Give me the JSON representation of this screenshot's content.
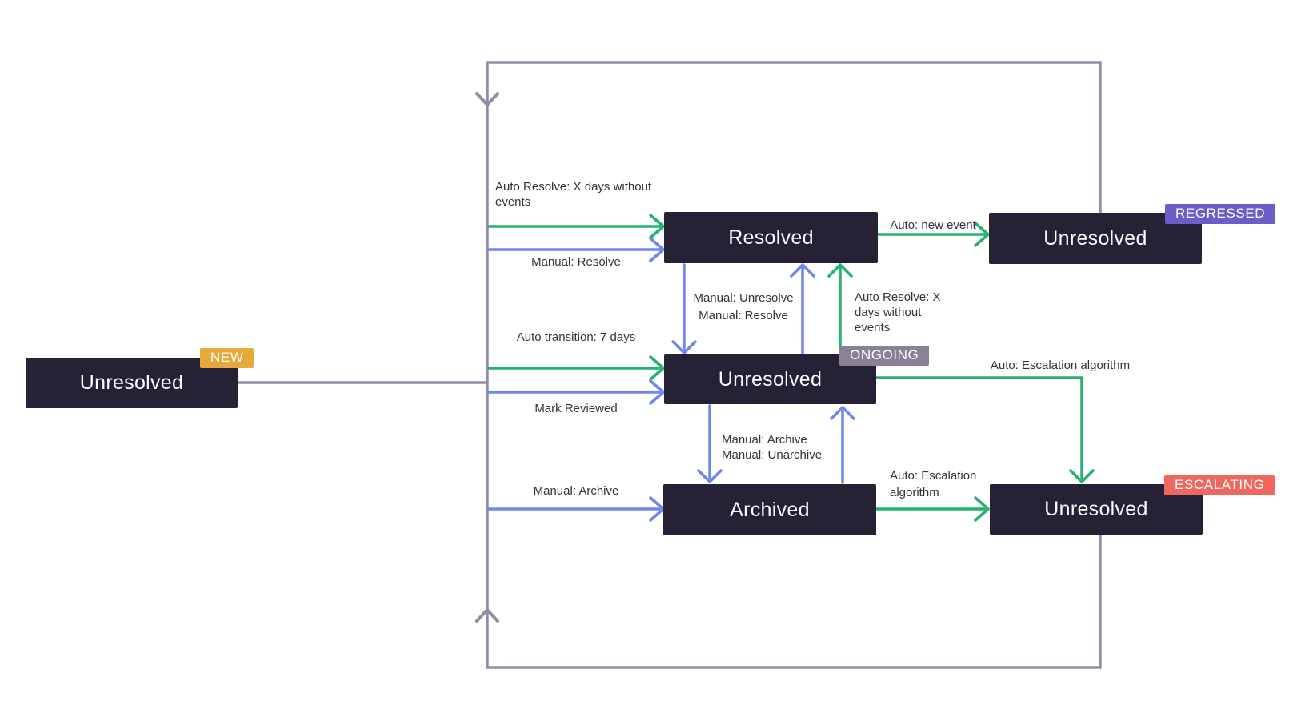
{
  "diagram": {
    "legend_semantics": {
      "green_arrow": "automatic transition",
      "blue_arrow": "manual transition",
      "purple_line": "feedback loop to start"
    },
    "colors": {
      "auto_transition_green": "#24b26e",
      "manual_transition_blue": "#6f85ee",
      "loop_purple": "#958ba8",
      "state_box_bg": "#272135",
      "state_text": "#fbfaff",
      "label_text": "#33313b",
      "badge_new": "#e8a93c",
      "badge_regressed": "#6c5ec9",
      "badge_ongoing": "#8b8197",
      "badge_escalating": "#ee685f"
    },
    "states": [
      {
        "id": "new",
        "label": "Unresolved",
        "badge": "NEW"
      },
      {
        "id": "resolved",
        "label": "Resolved",
        "badge": ""
      },
      {
        "id": "regressed",
        "label": "Unresolved",
        "badge": "REGRESSED"
      },
      {
        "id": "ongoing",
        "label": "Unresolved",
        "badge": "ONGOING"
      },
      {
        "id": "archived",
        "label": "Archived",
        "badge": ""
      },
      {
        "id": "escalating",
        "label": "Unresolved",
        "badge": "ESCALATING"
      }
    ],
    "transitions": [
      {
        "from": "new",
        "to": "resolved",
        "type": "auto",
        "label": "Auto Resolve: X days without\nevents"
      },
      {
        "from": "new",
        "to": "resolved",
        "type": "manual",
        "label": "Manual: Resolve"
      },
      {
        "from": "resolved",
        "to": "regressed",
        "type": "auto",
        "label": "Auto: new event"
      },
      {
        "from": "resolved",
        "to": "ongoing",
        "type": "manual",
        "label": "Manual: Unresolve"
      },
      {
        "from": "ongoing",
        "to": "resolved",
        "type": "manual",
        "label": "Manual: Resolve"
      },
      {
        "from": "ongoing",
        "to": "resolved",
        "type": "auto",
        "label": "Auto Resolve: X\ndays without\nevents"
      },
      {
        "from": "new",
        "to": "ongoing",
        "type": "auto",
        "label": "Auto transition: 7 days"
      },
      {
        "from": "new",
        "to": "ongoing",
        "type": "manual",
        "label": "Mark Reviewed"
      },
      {
        "from": "ongoing",
        "to": "escalating",
        "type": "auto",
        "label": "Auto: Escalation algorithm"
      },
      {
        "from": "ongoing",
        "to": "archived",
        "type": "manual",
        "label": "Manual: Archive"
      },
      {
        "from": "archived",
        "to": "ongoing",
        "type": "manual",
        "label": "Manual: Unarchive"
      },
      {
        "from": "new",
        "to": "archived",
        "type": "manual",
        "label": "Manual: Archive"
      },
      {
        "from": "archived",
        "to": "escalating",
        "type": "auto",
        "label": "Auto: Escalation\nalgorithm"
      }
    ]
  }
}
